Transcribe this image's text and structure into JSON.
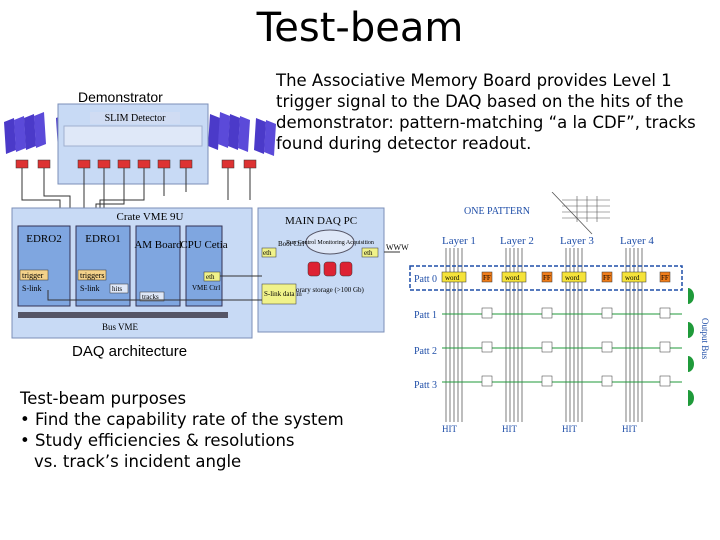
{
  "title": "Test-beam",
  "description": "The Associative Memory Board provides Level 1 trigger signal to the DAQ based on the hits of the demonstrator: pattern-matching “a la CDF”, tracks found during detector readout.",
  "purposes": {
    "heading": "Test-beam purposes",
    "items": [
      "• Find the capability rate of the system",
      "• Study efficiencies & resolutions",
      "vs. track’s incident angle"
    ]
  },
  "left_diagram": {
    "demonstrator_label": "Demonstrator",
    "slim_detector": "SLIM Detector",
    "crate": "Crate VME 9U",
    "edro2": "EDRO2",
    "edro1": "EDRO1",
    "am_board": "AM Board",
    "cpu": "CPU Cetia",
    "trigger1": "trigger",
    "trigger2": "triggers",
    "slink1": "S-link",
    "slink2": "S-link",
    "hits": "hits",
    "tracks": "tracks",
    "eth1": "eth",
    "vme_ctrl": "VME Ctrl",
    "bus_vme": "Bus VME",
    "main_daq": "MAIN DAQ PC",
    "eth2": "eth",
    "eth3": "eth",
    "boot_ctrl": "Boot Ctrl",
    "run_control": "Run Control Monitoring Acquisition",
    "temp_storage": "Temporary storage (>100 Gb)",
    "slink_data_in": "S-link data in",
    "www": "WWW",
    "daq_label": "DAQ architecture"
  },
  "right_diagram": {
    "one_pattern": "ONE PATTERN",
    "layers": [
      "Layer 1",
      "Layer 2",
      "Layer 3",
      "Layer 4"
    ],
    "patterns": [
      "Patt 0",
      "Patt 1",
      "Patt 2",
      "Patt 3"
    ],
    "word": "word",
    "ff": "FF",
    "hit": "HIT",
    "output_bus": "Output Bus"
  },
  "colors": {
    "board_blue": "#7fa6e0",
    "panel_blue": "#c8daf5",
    "pattern_blue": "#1f4ea8",
    "word_yellow": "#f5e33a",
    "ff_orange": "#f07d1a",
    "output_green": "#1f9a3a",
    "detector_purple": "#4b3ac9"
  }
}
